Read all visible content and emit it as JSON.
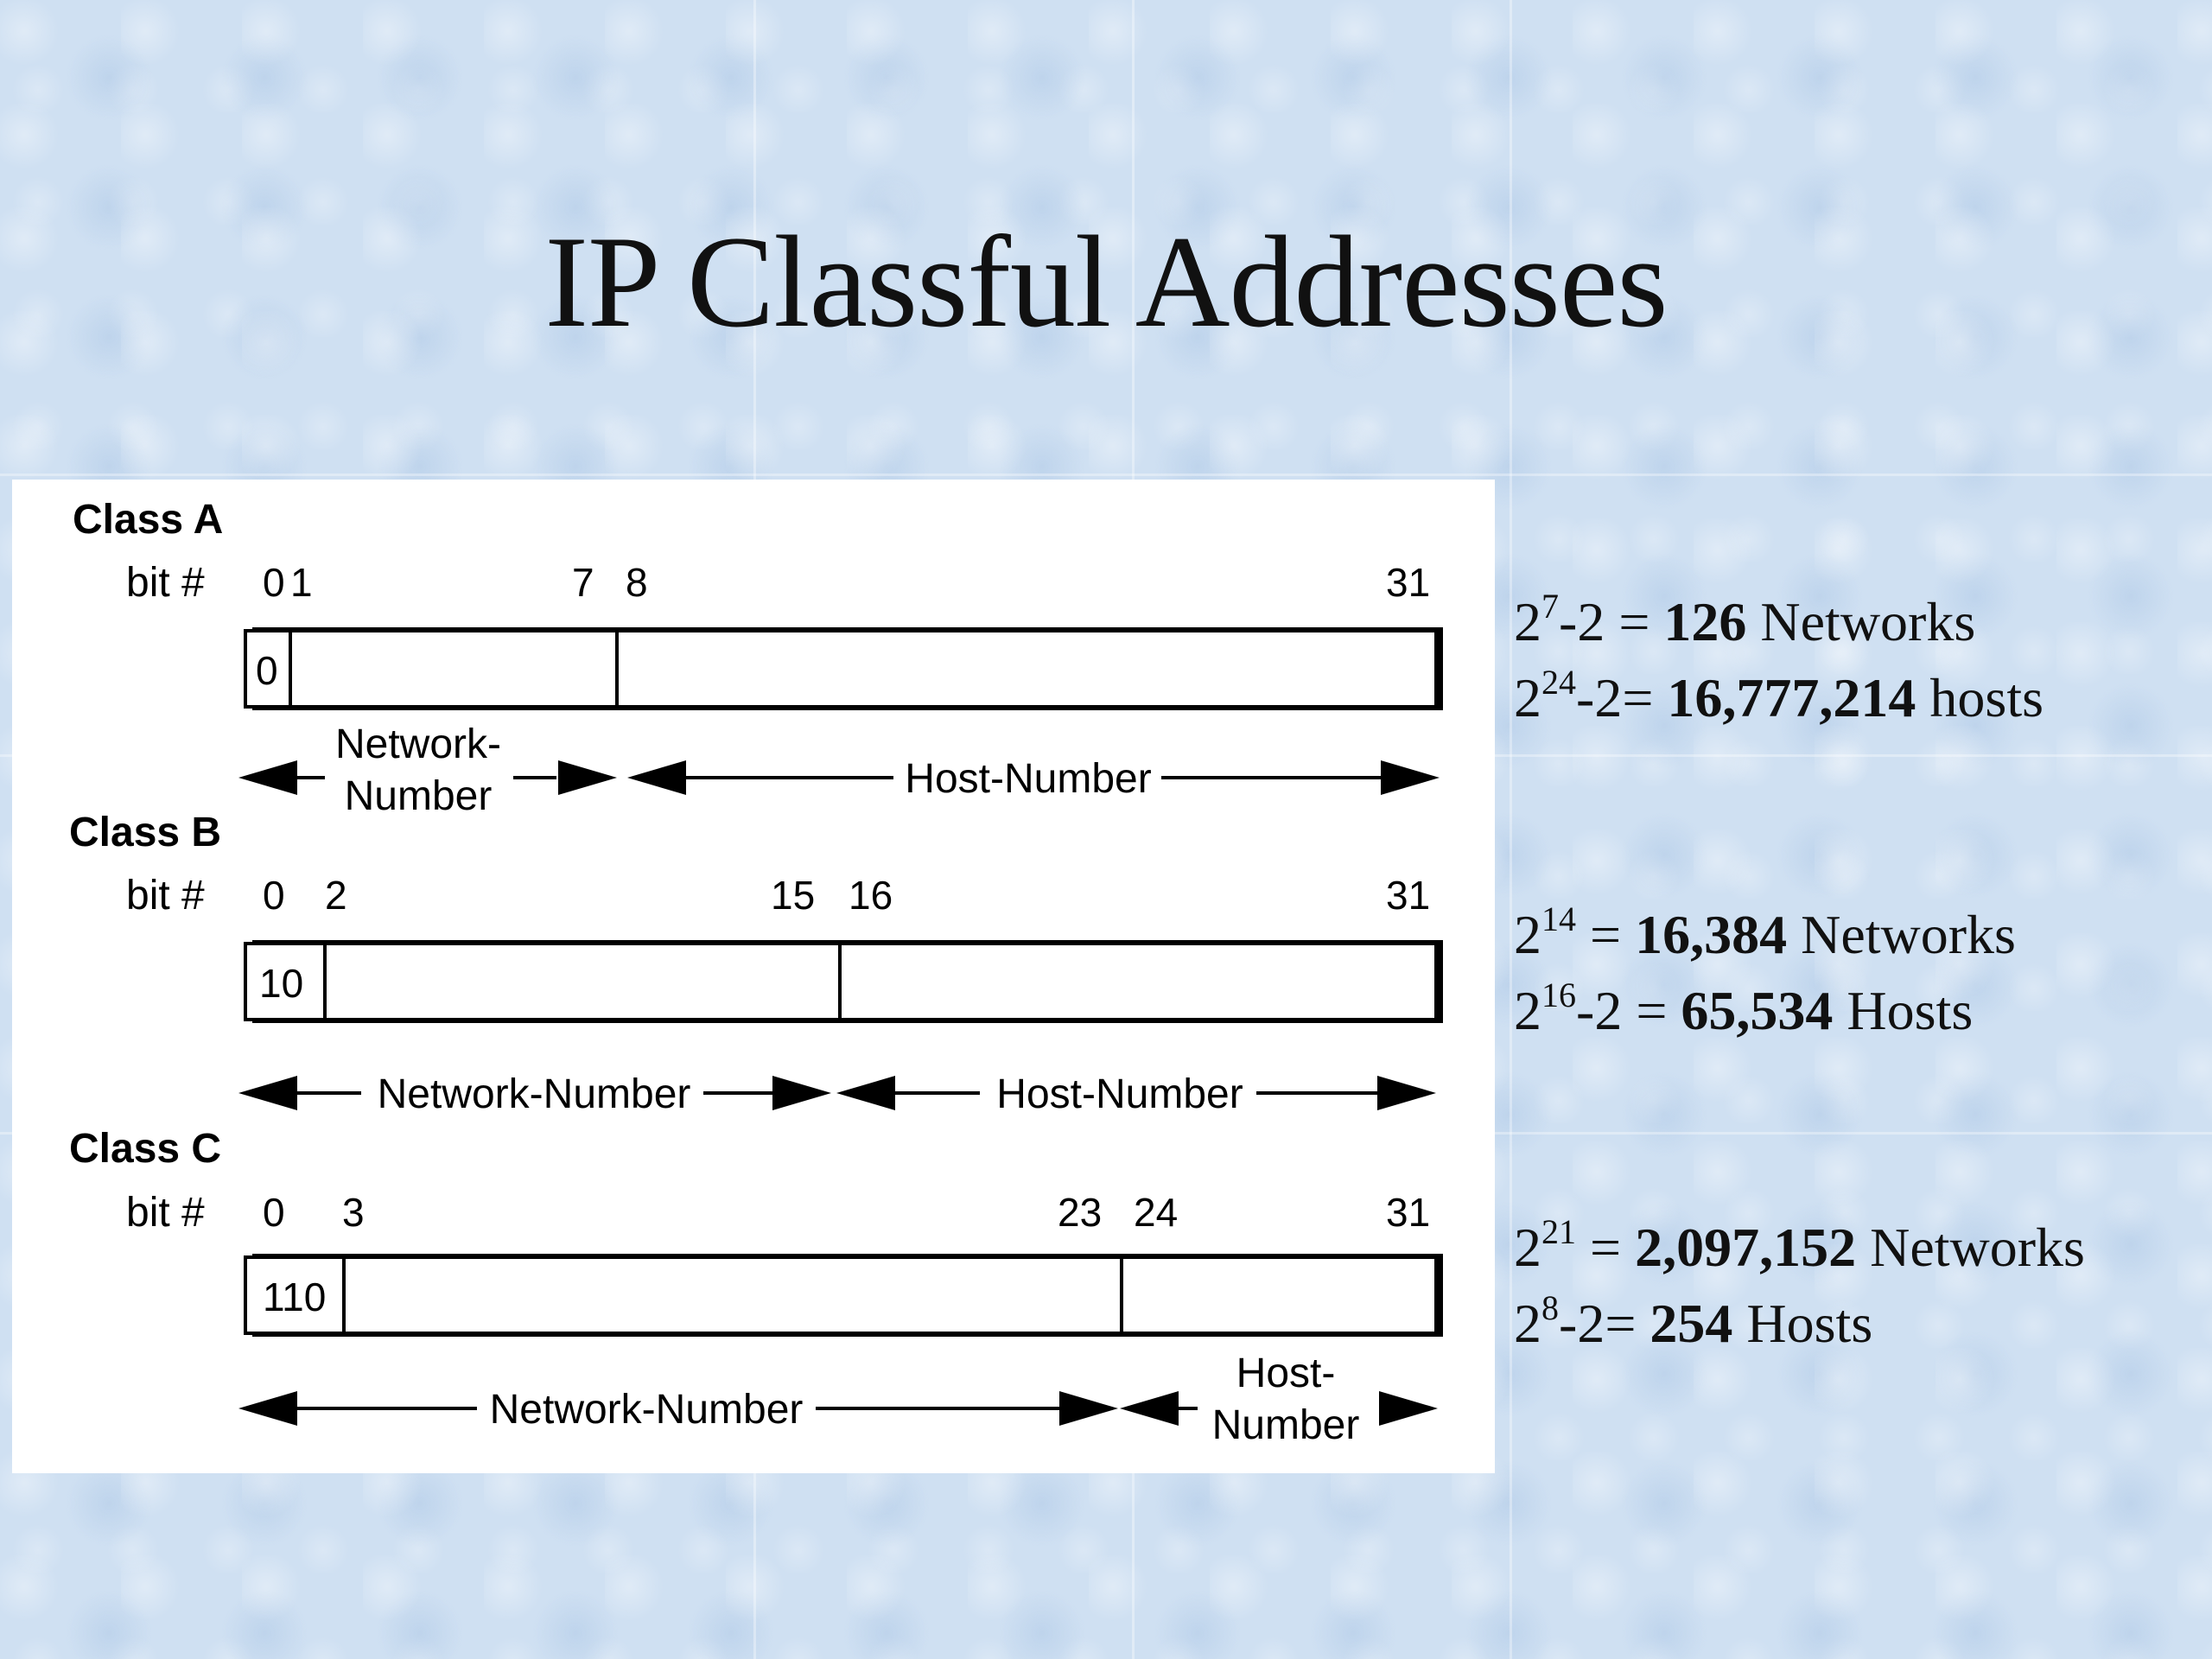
{
  "slide": {
    "title": "IP Classful Addresses"
  },
  "diagram": {
    "bit_label": "bit #",
    "classes": [
      {
        "label": "Class A",
        "bits": [
          "0",
          "1",
          "7",
          "8",
          "31"
        ],
        "prefix": "0",
        "network_label": [
          "Network-",
          "Number"
        ],
        "host_label": [
          "Host-Number"
        ]
      },
      {
        "label": "Class B",
        "bits": [
          "0",
          "2",
          "15",
          "16",
          "31"
        ],
        "prefix": "10",
        "network_label": [
          "Network-Number"
        ],
        "host_label": [
          "Host-Number"
        ]
      },
      {
        "label": "Class C",
        "bits": [
          "0",
          "3",
          "23",
          "24",
          "31"
        ],
        "prefix": "110",
        "network_label": [
          "Network-Number"
        ],
        "host_label": [
          "Host-",
          "Number"
        ]
      }
    ]
  },
  "formulas": [
    {
      "networks": {
        "base": "2",
        "exp": "7",
        "rest": "-2 = ",
        "value": "126",
        "unit": " Networks"
      },
      "hosts": {
        "base": "2",
        "exp": "24",
        "rest": "-2= ",
        "value": "16,777,214",
        "unit": " hosts"
      }
    },
    {
      "networks": {
        "base": "2",
        "exp": "14",
        "rest": " = ",
        "value": "16,384",
        "unit": " Networks"
      },
      "hosts": {
        "base": "2",
        "exp": "16",
        "rest": "-2 = ",
        "value": "65,534",
        "unit": " Hosts"
      }
    },
    {
      "networks": {
        "base": "2",
        "exp": "21",
        "rest": " = ",
        "value": "2,097,152",
        "unit": " Networks"
      },
      "hosts": {
        "base": "2",
        "exp": "8",
        "rest": "-2= ",
        "value": "254",
        "unit": " Hosts"
      }
    }
  ]
}
